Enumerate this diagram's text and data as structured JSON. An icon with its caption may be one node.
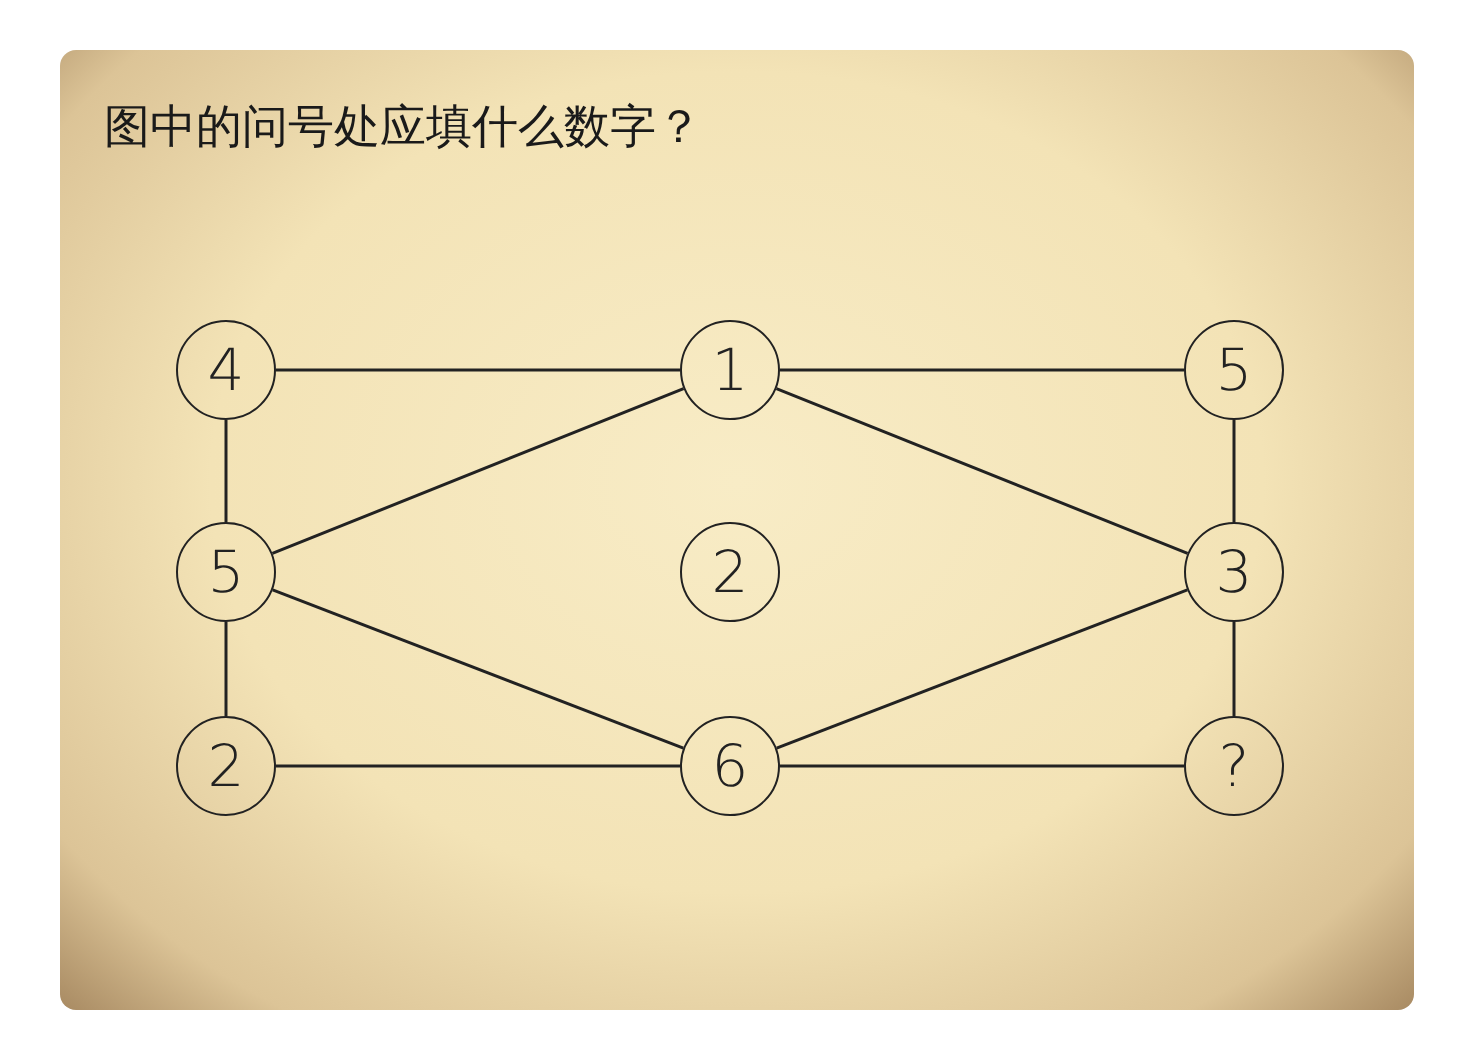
{
  "diagram": {
    "title": "图中的问号处应填什么数字？",
    "nodes": [
      {
        "text": [
          "4"
        ]
      },
      {
        "text": [
          "1"
        ]
      },
      {
        "text": [
          "5"
        ]
      },
      {
        "text": [
          "5"
        ]
      },
      {
        "text": [
          "2"
        ]
      },
      {
        "text": [
          "3"
        ]
      },
      {
        "text": [
          "2"
        ]
      },
      {
        "text": [
          "6"
        ]
      },
      {
        "text": [
          "?"
        ]
      }
    ],
    "edges": [
      {
        "from": 0,
        "to": 1,
        "arrow": "none"
      },
      {
        "from": 1,
        "to": 2,
        "arrow": "none"
      },
      {
        "from": 0,
        "to": 3,
        "arrow": "none"
      },
      {
        "from": 3,
        "to": 1,
        "arrow": "none"
      },
      {
        "from": 1,
        "to": 5,
        "arrow": "none"
      },
      {
        "from": 2,
        "to": 5,
        "arrow": "none"
      },
      {
        "from": 3,
        "to": 6,
        "arrow": "none"
      },
      {
        "from": 3,
        "to": 7,
        "arrow": "none"
      },
      {
        "from": 5,
        "to": 7,
        "arrow": "none"
      },
      {
        "from": 5,
        "to": 8,
        "arrow": "none"
      },
      {
        "from": 6,
        "to": 7,
        "arrow": "none"
      },
      {
        "from": 7,
        "to": 8,
        "arrow": "none"
      }
    ]
  }
}
